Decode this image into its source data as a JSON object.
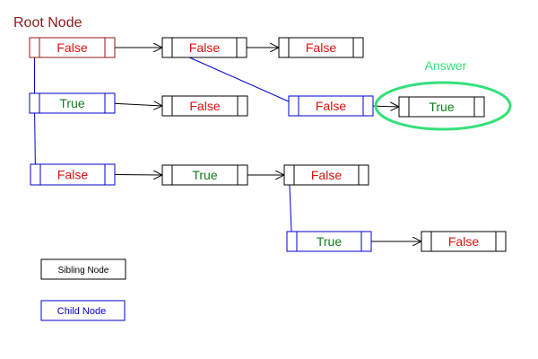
{
  "title": "Root Node",
  "answer_label": "Answer",
  "colors": {
    "root": "#8b1a1a",
    "child": "#0000cc",
    "sibling": "#000000",
    "false_text": "#e01010",
    "true_text": "#117a1e",
    "answer": "#33e07a",
    "arrow_black": "#000000",
    "arrow_blue": "#0000cc"
  },
  "nodes": [
    {
      "id": "n1",
      "label": "False",
      "kind": "root"
    },
    {
      "id": "n2",
      "label": "False",
      "kind": "sibling"
    },
    {
      "id": "n3",
      "label": "False",
      "kind": "sibling"
    },
    {
      "id": "n4",
      "label": "True",
      "kind": "child"
    },
    {
      "id": "n5",
      "label": "False",
      "kind": "sibling"
    },
    {
      "id": "n6",
      "label": "False",
      "kind": "child"
    },
    {
      "id": "n7",
      "label": "True",
      "kind": "sibling"
    },
    {
      "id": "n8",
      "label": "False",
      "kind": "child"
    },
    {
      "id": "n9",
      "label": "True",
      "kind": "sibling"
    },
    {
      "id": "n10",
      "label": "False",
      "kind": "sibling"
    },
    {
      "id": "n11",
      "label": "True",
      "kind": "child"
    },
    {
      "id": "n12",
      "label": "False",
      "kind": "sibling"
    }
  ],
  "edges": [
    {
      "from": "n1",
      "to": "n2",
      "kind": "sibling"
    },
    {
      "from": "n2",
      "to": "n3",
      "kind": "sibling"
    },
    {
      "from": "n1",
      "to": "n4",
      "kind": "child"
    },
    {
      "from": "n4",
      "to": "n5",
      "kind": "sibling"
    },
    {
      "from": "n2",
      "to": "n6",
      "kind": "child"
    },
    {
      "from": "n6",
      "to": "n7",
      "kind": "sibling"
    },
    {
      "from": "n4",
      "to": "n8",
      "kind": "child"
    },
    {
      "from": "n8",
      "to": "n9",
      "kind": "sibling"
    },
    {
      "from": "n9",
      "to": "n10",
      "kind": "sibling"
    },
    {
      "from": "n10",
      "to": "n11",
      "kind": "child"
    },
    {
      "from": "n11",
      "to": "n12",
      "kind": "sibling"
    }
  ],
  "legend": {
    "sibling": "Sibling Node",
    "child": "Child Node"
  }
}
